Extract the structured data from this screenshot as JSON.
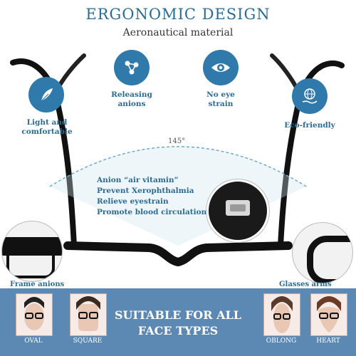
{
  "header": {
    "title": "ERGONOMIC DESIGN",
    "subtitle": "Aeronautical material"
  },
  "features": [
    {
      "label": "Light and comfortable",
      "icon": "feather-icon"
    },
    {
      "label": "Releasing anions",
      "icon": "molecule-icon"
    },
    {
      "label": "No eye strain",
      "icon": "eye-icon"
    },
    {
      "label": "Eco-friendly",
      "icon": "globe-hand-icon"
    }
  ],
  "angle_label": "145°",
  "anion_list": [
    "Anion “air vitamin”",
    "Prevent Xerophthalmia",
    "Relieve eyestrain",
    "Promote blood circulation"
  ],
  "callouts": {
    "frame_anions": "Frame anions",
    "arms_anions": "Glasses arms anions"
  },
  "bottom": {
    "suitable_text": "SUITABLE FOR ALL FACE TYPES",
    "faces": [
      "OVAL",
      "SQUARE",
      "OBLONG",
      "HEART"
    ]
  },
  "colors": {
    "accent": "#2a6c95",
    "icon_circle": "#2f79ab",
    "banner": "#5b89b3"
  }
}
